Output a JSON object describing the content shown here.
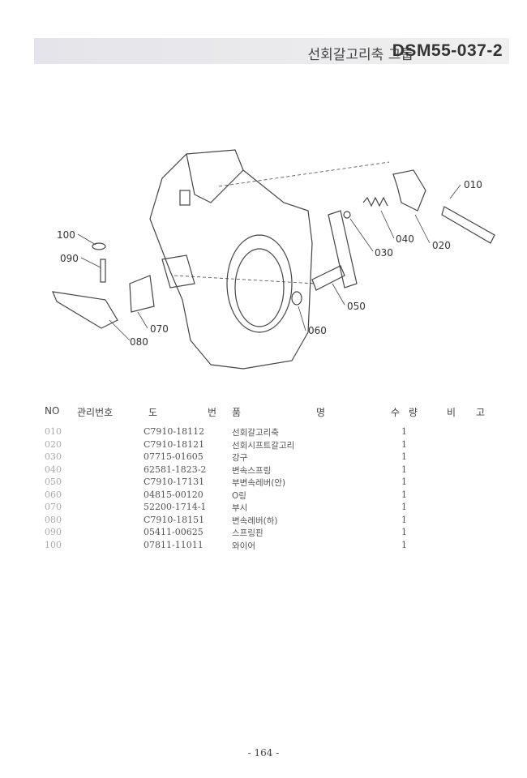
{
  "header": {
    "title": "선회갈고리축 그룹",
    "code": "DSM55-037-2"
  },
  "diagram": {
    "callouts": [
      "010",
      "020",
      "030",
      "040",
      "050",
      "060",
      "070",
      "080",
      "090",
      "100"
    ]
  },
  "table": {
    "headers": {
      "no": "NO",
      "mgmt": "관리번호",
      "part1": "도",
      "part2": "번",
      "name1": "품",
      "name2": "명",
      "qty1": "수",
      "qty2": "량",
      "remark1": "비",
      "remark2": "고"
    },
    "rows": [
      {
        "no": "010",
        "part": "C7910-18112",
        "name": "선회갈고리축",
        "qty": "1"
      },
      {
        "no": "020",
        "part": "C7910-18121",
        "name": "선회시프트갈고리",
        "qty": "1"
      },
      {
        "no": "030",
        "part": "07715-01605",
        "name": "강구",
        "qty": "1"
      },
      {
        "no": "040",
        "part": "62581-1823-2",
        "name": "변속스프링",
        "qty": "1"
      },
      {
        "no": "050",
        "part": "C7910-17131",
        "name": "부변속레버(안)",
        "qty": "1"
      },
      {
        "no": "060",
        "part": "04815-00120",
        "name": "O링",
        "qty": "1"
      },
      {
        "no": "070",
        "part": "52200-1714-1",
        "name": "부시",
        "qty": "1"
      },
      {
        "no": "080",
        "part": "C7910-18151",
        "name": "변속레버(하)",
        "qty": "1"
      },
      {
        "no": "090",
        "part": "05411-00625",
        "name": "스프링핀",
        "qty": "1"
      },
      {
        "no": "100",
        "part": "07811-11011",
        "name": "와이어",
        "qty": "1"
      }
    ]
  },
  "page_number": "- 164 -"
}
